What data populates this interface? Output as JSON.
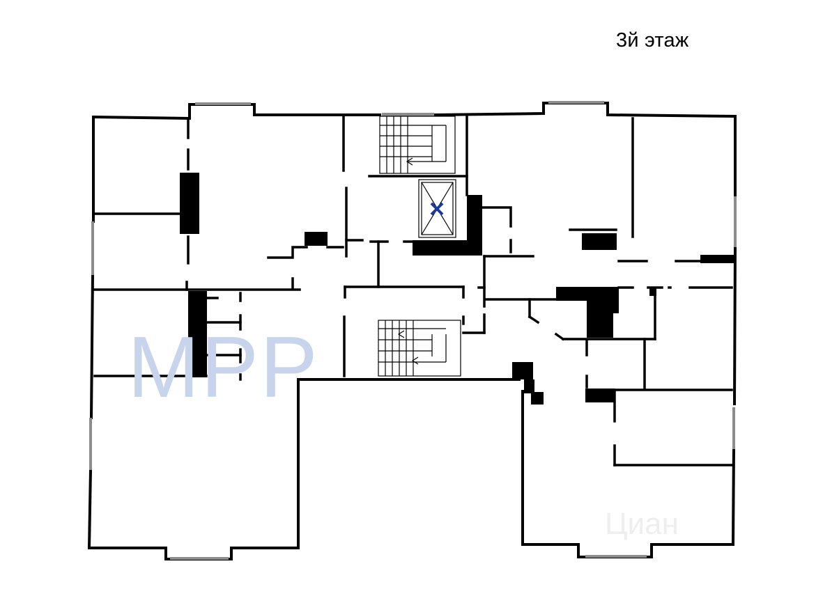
{
  "plan": {
    "title": "3й этаж",
    "watermark": "MPP",
    "corner_watermark": "Циан"
  },
  "colors": {
    "wall": "#000000",
    "window": "#8c8c8c",
    "watermark": "#c8d3ec",
    "elevator_mark": "#1c3a96",
    "background": "#ffffff"
  },
  "symbols": {
    "stairs": [
      "stair-upper",
      "stair-lower"
    ],
    "elevator": "elevator-cross-icon"
  }
}
